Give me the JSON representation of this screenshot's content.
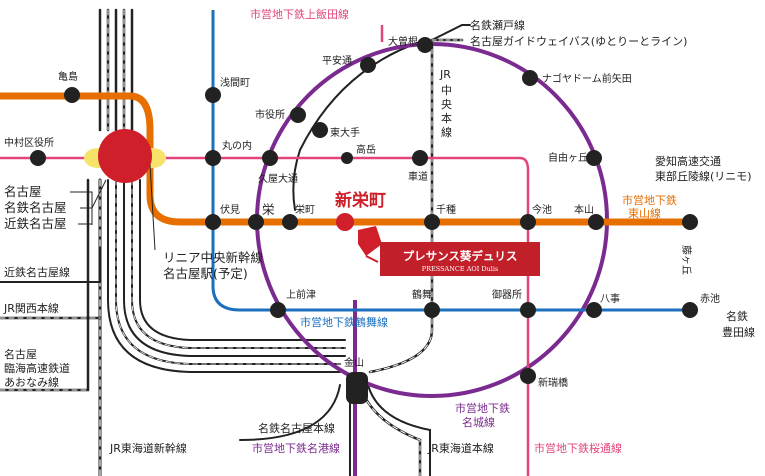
{
  "colors": {
    "orange": "#e66f00",
    "blue": "#1b6fbc",
    "purple": "#7b2b8f",
    "pink": "#e2457b",
    "red": "#cf1f2a",
    "station": "#222222",
    "hub_yellow": "#f7e36a"
  },
  "title": "新栄町",
  "property": {
    "name": "プレサンス葵デュリス",
    "name_en": "PRESSANCE AOI Dulis"
  },
  "lines": {
    "kamiiida": "市営地下鉄上飯田線",
    "seto": "名鉄瀬戸線",
    "guideway": "名古屋ガイドウェイバス(ゆとりーとライン)",
    "jr_chuo_1": "JR",
    "jr_chuo_2": "中",
    "jr_chuo_3": "央",
    "jr_chuo_4": "本",
    "jr_chuo_5": "線",
    "higashiyama_1": "市営地下鉄",
    "higashiyama_2": "東山線",
    "linimo_1": "愛知高速交通",
    "linimo_2": "東部丘陵線(リニモ)",
    "linear_1": "リニア中央新幹線",
    "linear_2": "名古屋駅(予定)",
    "tsurumai": "市営地下鉄鶴舞線",
    "kintetsu": "近鉄名古屋線",
    "jr_kansai": "JR関西本線",
    "aonami_1": "名古屋",
    "aonami_2": "臨海高速鉄道",
    "aonami_3": "あおなみ線",
    "meitetsu_toyota_1": "名鉄",
    "meitetsu_toyota_2": "豊田線",
    "meijo_1": "市営地下鉄",
    "meijo_2": "名城線",
    "meitetsu_nagoya": "名鉄名古屋本線",
    "meiko": "市営地下鉄名港線",
    "shinkansen": "JR東海道新幹線",
    "tokaido": "JR東海道本線",
    "sakuradori": "市営地下鉄桜通線"
  },
  "hub_labels": {
    "nagoya": "名古屋",
    "meitetsu": "名鉄名古屋",
    "kintetsu": "近鉄名古屋"
  },
  "stations": {
    "kameshima": "亀島",
    "nakamura": "中村区役所",
    "sengencho": "浅間町",
    "shiyakusho": "市役所",
    "marunouchi": "丸の内",
    "hisaya": "久屋大通",
    "higashiozone": "東大手",
    "takaoka": "高岳",
    "kurumamichi": "車道",
    "heiandori": "平安通",
    "ozone": "大曽根",
    "nagoyadome": "ナゴヤドーム前矢田",
    "jiyugaoka": "自由ヶ丘",
    "fushimi": "伏見",
    "sakae_kanji": "栄",
    "sakaemachi": "栄町",
    "chikusa": "千種",
    "imaike": "今池",
    "motoyama": "本山",
    "fujigaoka": "藤ヶ丘",
    "kamimaezu": "上前津",
    "tsurumai": "鶴舞",
    "gokisho": "御器所",
    "yagoto": "八事",
    "akaike": "赤池",
    "aratama": "新瑞橋",
    "kanayama": "金山"
  }
}
